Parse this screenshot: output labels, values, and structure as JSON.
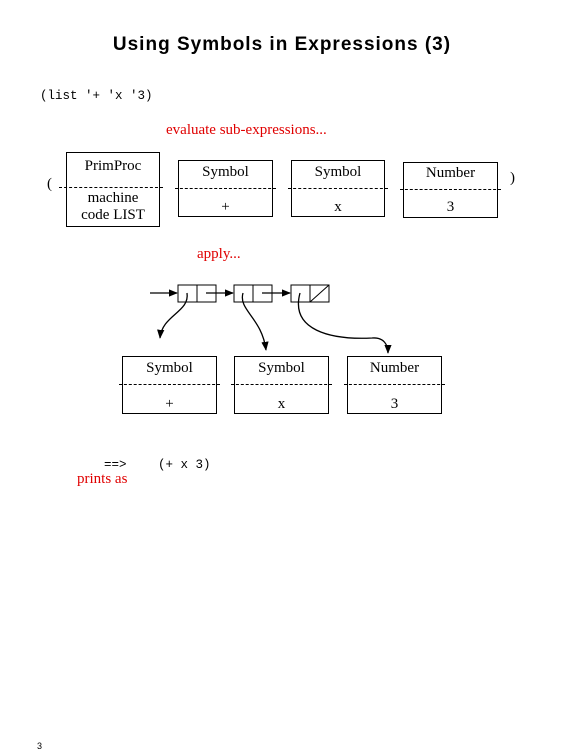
{
  "title": "Using Symbols in Expressions (3)",
  "code_expression": "(list '+ 'x '3)",
  "step1_label": "evaluate sub-expressions...",
  "open_paren": "(",
  "close_paren": ")",
  "primproc": {
    "top": "PrimProc",
    "bottom_line1": "machine",
    "bottom_line2": "code LIST"
  },
  "eval_boxes": [
    {
      "top": "Symbol",
      "bottom": "+"
    },
    {
      "top": "Symbol",
      "bottom": "x"
    },
    {
      "top": "Number",
      "bottom": "3"
    }
  ],
  "step2_label": "apply...",
  "list_boxes": [
    {
      "top": "Symbol",
      "bottom": "+"
    },
    {
      "top": "Symbol",
      "bottom": "x"
    },
    {
      "top": "Number",
      "bottom": "3"
    }
  ],
  "prints_arrow": "==>",
  "prints_result": "(+ x 3)",
  "prints_label": "prints as",
  "page_number": "3"
}
